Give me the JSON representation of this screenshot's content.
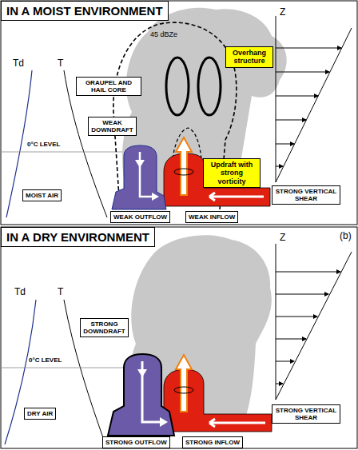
{
  "diagram": {
    "nodes": [
      {
        "text": [
          "IN A MOIST ENVIRONMENT"
        ]
      },
      {
        "text": [
          "Overhang structure"
        ]
      },
      {
        "text": [
          "GRAUPEL AND HAIL CORE"
        ]
      },
      {
        "text": [
          "WEAK DOWNDRAFT"
        ]
      },
      {
        "text": [
          "Updraft with strong vorticity"
        ]
      },
      {
        "text": [
          "MOIST AIR"
        ]
      },
      {
        "text": [
          "STRONG VERTICAL SHEAR"
        ]
      },
      {
        "text": [
          "WEAK OUTFLOW"
        ]
      },
      {
        "text": [
          "WEAK INFLOW"
        ]
      },
      {
        "text": [
          "IN A DRY ENVIRONMENT"
        ]
      },
      {
        "text": [
          "STRONG DOWNDRAFT"
        ]
      },
      {
        "text": [
          "DRY AIR"
        ]
      },
      {
        "text": [
          "STRONG VERTICAL SHEAR"
        ]
      },
      {
        "text": [
          "STRONG OUTFLOW"
        ]
      },
      {
        "text": [
          "STRONG INFLOW"
        ]
      }
    ],
    "labels": [
      "Td",
      "T",
      "Z",
      "45 dBZe",
      "0°C LEVEL",
      "(b)",
      "Td",
      "T",
      "Z",
      "0°C LEVEL"
    ]
  }
}
